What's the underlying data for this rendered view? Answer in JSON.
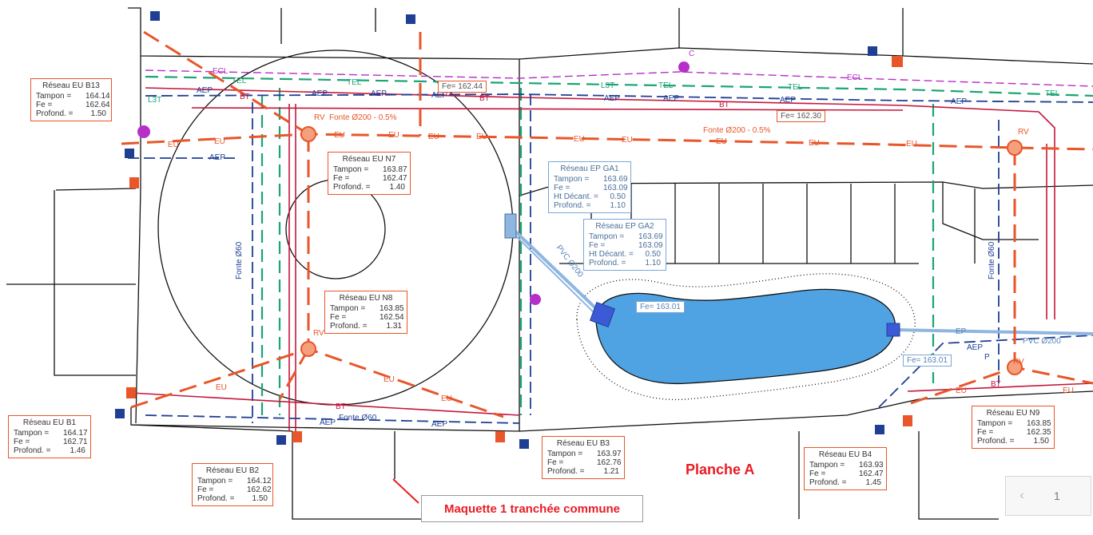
{
  "title": "Planche A",
  "callout": "Maquette 1 tranchée commune",
  "pager": {
    "prev_icon": "‹",
    "page": "1"
  },
  "colors": {
    "eu": "#e8562a",
    "aep": "#1f3f94",
    "tel": "#19a574",
    "bt": "#c4163d",
    "ecl": "#b62fc9",
    "ep": "#8fb6e0",
    "pool": "#4fa3e3"
  },
  "network_labels": {
    "eu": "EU",
    "aep": "AEP",
    "tel": "TEL",
    "bt": "BT",
    "ecl": "ECL",
    "ep": "EP",
    "rv": "RV",
    "ltt": "L3T",
    "c": "C",
    "p": "P",
    "fonte_200": "Fonte Ø200 - 0.5%",
    "fonte_200_alt": "Fonte Ø200 - 0.5%",
    "fonte_60": "Fonte Ø60",
    "pvc_200": "PVC Ø200",
    "pvc_200_b": "PVC Ø200"
  },
  "fe_tags": [
    {
      "label": "Fe=",
      "value": "162.44"
    },
    {
      "label": "Fe=",
      "value": "162.30"
    },
    {
      "label": "Fe=",
      "value": "163.01"
    },
    {
      "label": "Fe=",
      "value": "163.01"
    }
  ],
  "boxes": [
    {
      "title": "Réseau EU   B13",
      "tampon": "164.14",
      "fe": "162.64",
      "profond": "1.50"
    },
    {
      "title": "Réseau EU   N7",
      "tampon": "163.87",
      "fe": "162.47",
      "profond": "1.40"
    },
    {
      "title": "Réseau EU   N8",
      "tampon": "163.85",
      "fe": "162.54",
      "profond": "1.31"
    },
    {
      "title": "Réseau EU   B1",
      "tampon": "164.17",
      "fe": "162.71",
      "profond": "1.46"
    },
    {
      "title": "Réseau EU   B2",
      "tampon": "164.12",
      "fe": "162.62",
      "profond": "1.50"
    },
    {
      "title": "Réseau EU   B3",
      "tampon": "163.97",
      "fe": "162.76",
      "profond": "1.21"
    },
    {
      "title": "Réseau EU   B4",
      "tampon": "163.93",
      "fe": "162.47",
      "profond": "1.45"
    },
    {
      "title": "Réseau EU   N9",
      "tampon": "163.85",
      "fe": "162.35",
      "profond": "1.50"
    }
  ],
  "ep_boxes": [
    {
      "title": "Réseau EP   GA1",
      "tampon": "163.69",
      "fe": "163.09",
      "ht": "0.50",
      "profond": "1.10"
    },
    {
      "title": "Réseau EP   GA2",
      "tampon": "163.69",
      "fe": "163.09",
      "ht": "0.50",
      "profond": "1.10"
    }
  ],
  "field_labels": {
    "tampon": "Tampon =",
    "fe": "Fe =",
    "profond": "Profond. =",
    "ht": "Ht Décant. ="
  }
}
